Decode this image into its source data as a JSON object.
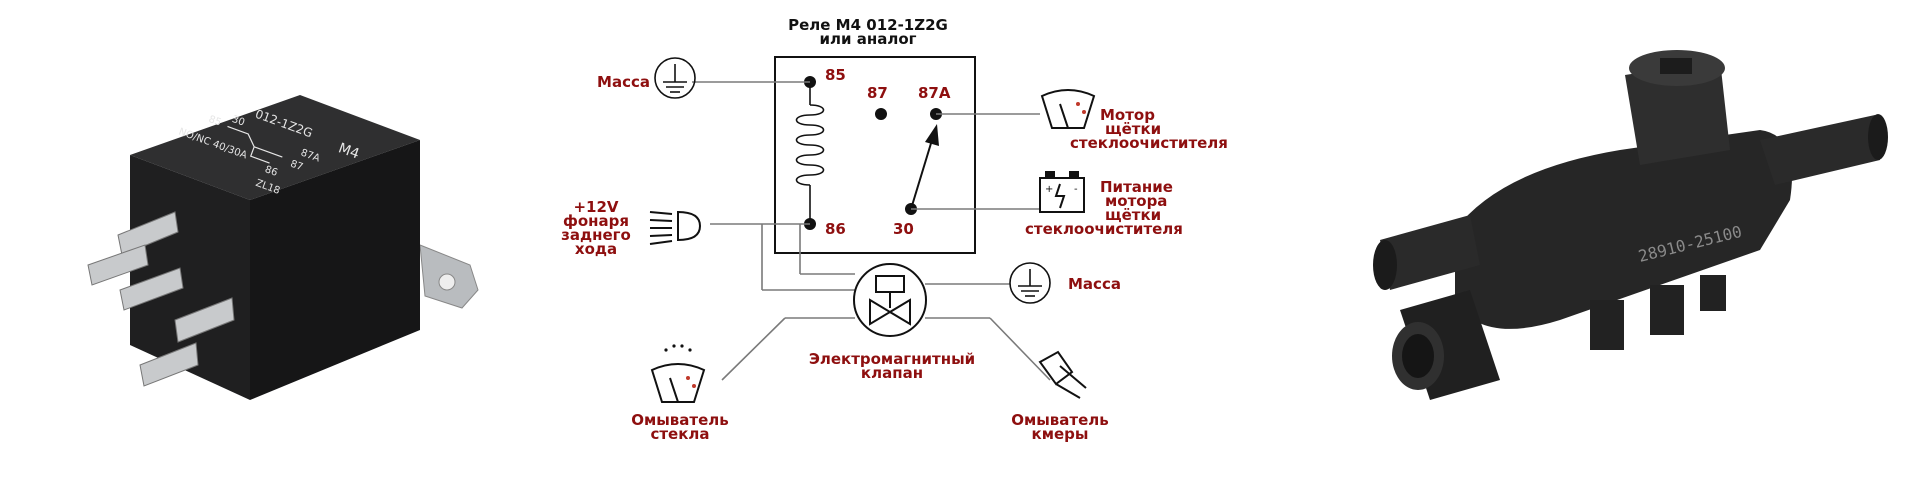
{
  "colors": {
    "accent_red": "#8e0f0f",
    "line_gray": "#7a7a7a",
    "stroke_black": "#111111",
    "device_black": "#1e1e1e"
  },
  "relay": {
    "title_line1": "Реле М4 012-1Z2G",
    "title_line2": "или аналог",
    "pin_85": "85",
    "pin_87": "87",
    "pin_87a": "87A",
    "pin_86": "86",
    "pin_30": "30"
  },
  "labels": {
    "ground_top": "Масса",
    "ground_mid": "Масса",
    "reverse_light": [
      "+12V",
      "фонаря",
      "заднего",
      "хода"
    ],
    "wiper_motor": [
      "Мотор",
      "щётки",
      "стеклоочистителя"
    ],
    "wiper_power": [
      "Питание",
      "мотора",
      "щётки",
      "стеклоочистителя"
    ],
    "valve": [
      "Электромагнитный",
      "клапан"
    ],
    "glass_washer": [
      "Омыватель",
      "стекла"
    ],
    "camera_washer": [
      "Омыватель",
      "кмеры"
    ]
  },
  "relay_photo": {
    "model": "012-1Z2G",
    "brand": "M4",
    "pin_marks": [
      "85",
      "30",
      "87A",
      "87",
      "86"
    ],
    "rating": "NO/NC 40/30A",
    "code": "ZL18"
  },
  "valve_photo": {
    "part_number": "28910-25100"
  },
  "icons": [
    "ground-icon",
    "headlight-icon",
    "wiper-icon",
    "battery-icon",
    "solenoid-valve-icon",
    "washer-icon",
    "camera-washer-icon"
  ]
}
